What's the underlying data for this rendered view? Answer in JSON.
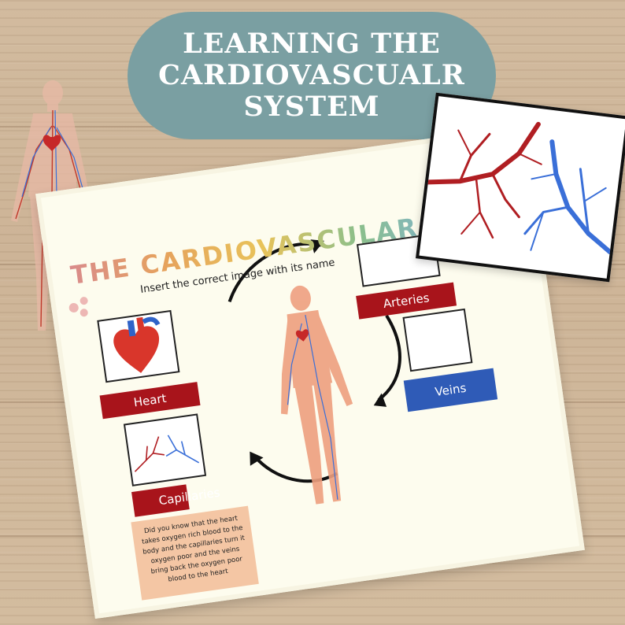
{
  "banner": {
    "line1": "LEARNING THE",
    "line2": "CARDIOVASCUALR",
    "line3": "SYSTEM"
  },
  "worksheet": {
    "title": "THE CARDIOVASCULAR SYSTEM",
    "subtitle": "Insert the correct image with its name",
    "labels": {
      "heart": "Heart",
      "arteries": "Arteries",
      "veins": "Veins",
      "capillaries": "Capillaries"
    },
    "fact": "Did you know that the heart takes oxygen rich blood to the body and the capillaries turn it oxygen poor and the veins bring back the oxygen poor blood to the heart"
  },
  "colors": {
    "banner_bg": "#7a9fa2",
    "artery_red": "#a8141b",
    "vein_blue": "#2f5bb7",
    "fact_bg": "#f4c6a4",
    "title_letters": [
      "#d98b8b",
      "#e6a35c",
      "#e8c35a",
      "#8bbf8b",
      "#7fb3d5",
      "#a98bcf"
    ]
  }
}
